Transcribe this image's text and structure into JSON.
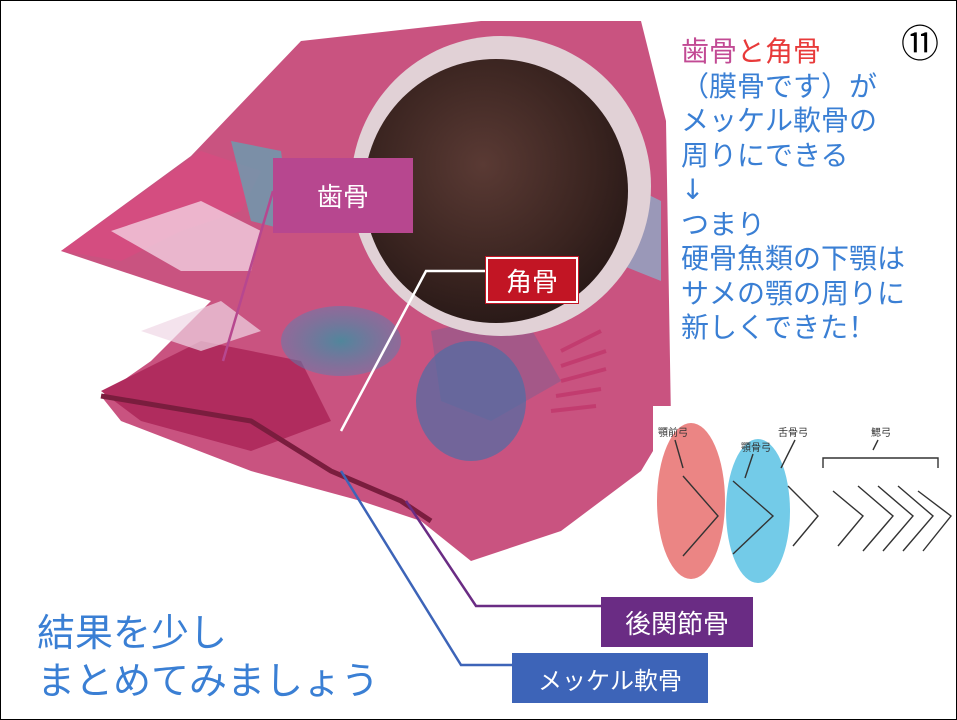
{
  "slide_number": "⑪",
  "labels": {
    "dentary": "歯骨",
    "angular": "角骨",
    "retroarticular": "後関節骨",
    "meckel": "メッケル軟骨"
  },
  "explanation": {
    "line1_part1": "歯骨",
    "line1_part2": "と角骨",
    "line2": "（膜骨です）が",
    "line3": "メッケル軟骨の",
    "line4": "周りにできる",
    "arrow": "↓",
    "line5": "つまり",
    "line6": "硬骨魚類の下顎は",
    "line7": "サメの顎の周りに",
    "line8": "新しくできた！"
  },
  "summary": {
    "line1": "結果を少し",
    "line2": "まとめてみましょう"
  },
  "arch_diagram": {
    "label_mandibular": "顎前弓",
    "label_jaw": "顎骨弓",
    "label_hyoid": "舌骨弓",
    "label_gill": "鰓弓"
  },
  "colors": {
    "dentary_label": "#b7478f",
    "angular_label": "#c21524",
    "retro_label": "#6a2c84",
    "meckel_label": "#3d64b8",
    "text_blue": "#3a7fd4"
  }
}
